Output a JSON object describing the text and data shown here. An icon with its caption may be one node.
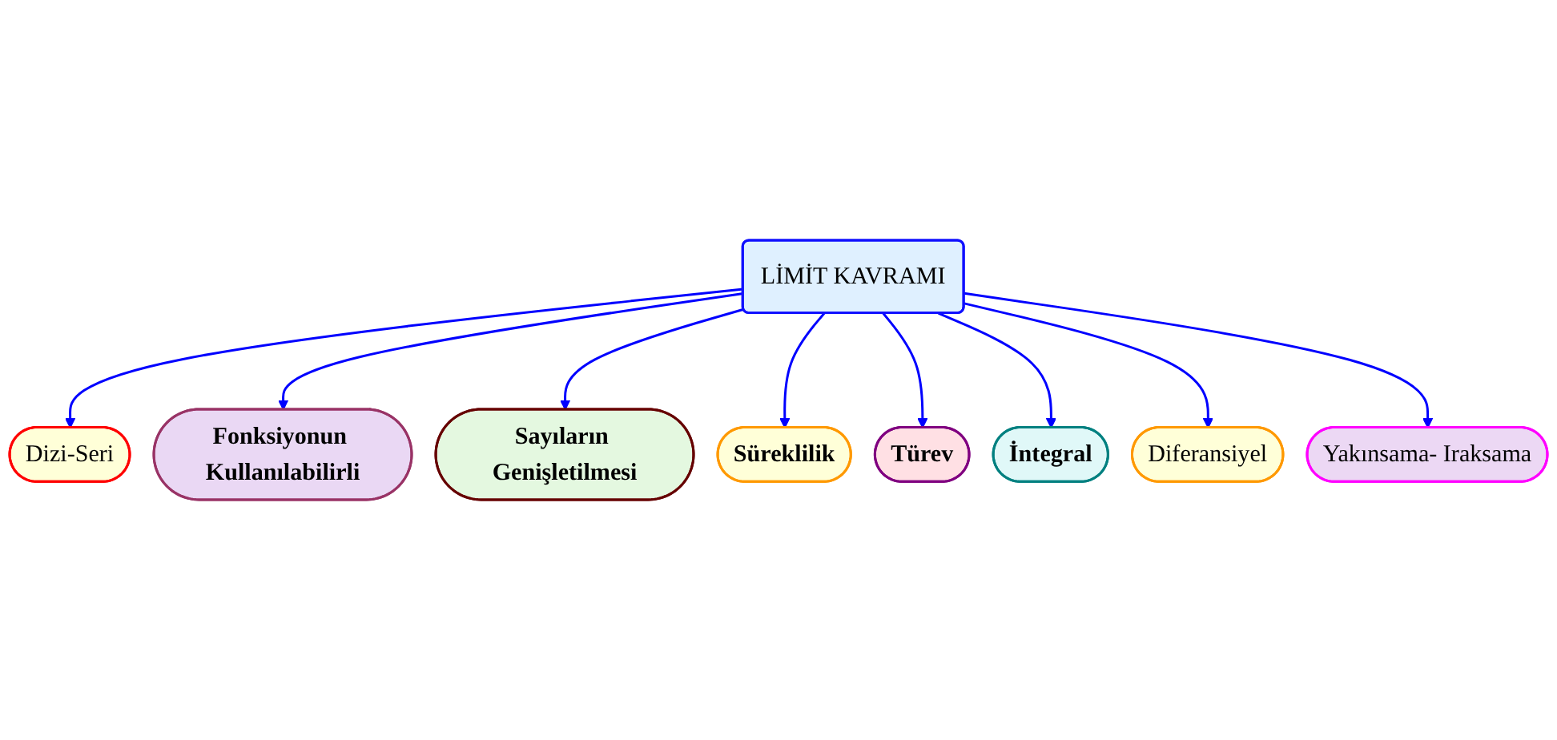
{
  "diagram": {
    "nodes": [
      {
        "text": [
          "LİMİT KAVRAMI"
        ]
      },
      {
        "text": [
          "Dizi-Seri"
        ]
      },
      {
        "text": [
          "Fonksiyonun Kullanılabilirli"
        ]
      },
      {
        "text": [
          "Sayıların Genişletilmesi"
        ]
      },
      {
        "text": [
          "Süreklilik"
        ]
      },
      {
        "text": [
          "Türev"
        ]
      },
      {
        "text": [
          "İntegral"
        ]
      },
      {
        "text": [
          "Diferansiyel"
        ]
      },
      {
        "text": [
          "Yakınsama- Iraksama"
        ]
      }
    ],
    "edges": [
      {
        "from": 0,
        "to": 1,
        "arrow": "to"
      },
      {
        "from": 0,
        "to": 2,
        "arrow": "to"
      },
      {
        "from": 0,
        "to": 3,
        "arrow": "to"
      },
      {
        "from": 0,
        "to": 4,
        "arrow": "to"
      },
      {
        "from": 0,
        "to": 5,
        "arrow": "to"
      },
      {
        "from": 0,
        "to": 6,
        "arrow": "to"
      },
      {
        "from": 0,
        "to": 7,
        "arrow": "to"
      },
      {
        "from": 0,
        "to": 8,
        "arrow": "to"
      }
    ]
  }
}
